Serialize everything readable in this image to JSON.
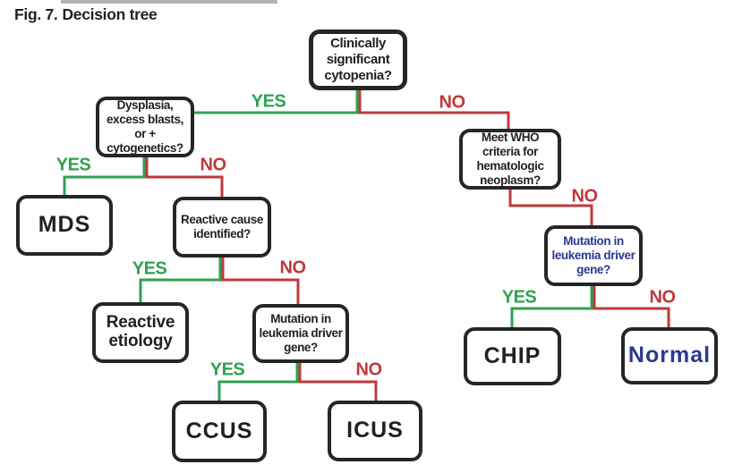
{
  "figure": {
    "label": "Fig. 7.",
    "title": "Decision tree"
  },
  "colors": {
    "yes": "#2FA24F",
    "no": "#C0393B",
    "border": "#262626",
    "ink": "#231F20",
    "blue": "#2B3990",
    "bg": "#FFFFFF",
    "artifact": "#9B9B9B"
  },
  "edge_labels": {
    "yes": "YES",
    "no": "NO"
  },
  "nodes": {
    "root": {
      "text": "Clinically significant cytopenia?"
    },
    "dysplasia": {
      "text": "Dysplasia, excess blasts, or + cytogenetics?"
    },
    "who_criteria": {
      "text": "Meet WHO criteria for hematologic neoplasm?"
    },
    "mds": {
      "text": "MDS"
    },
    "reactive_cause": {
      "text": "Reactive cause identified?"
    },
    "mutation_right": {
      "text": "Mutation in leukemia driver gene?"
    },
    "reactive_etiology": {
      "text": "Reactive etiology"
    },
    "mutation_left": {
      "text": "Mutation in leukemia driver gene?"
    },
    "chip": {
      "text": "CHIP"
    },
    "normal": {
      "text": "Normal"
    },
    "ccus": {
      "text": "CCUS"
    },
    "icus": {
      "text": "ICUS"
    }
  }
}
